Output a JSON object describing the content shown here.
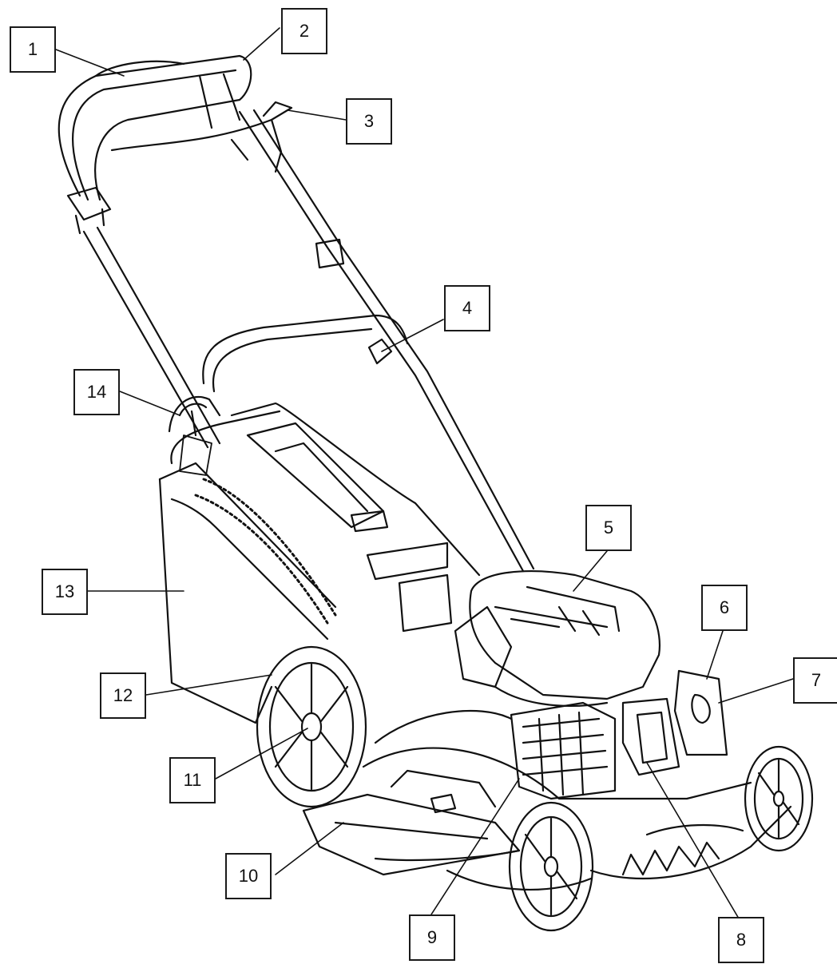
{
  "diagram": {
    "subject": "lawn mower exploded component callouts",
    "line_color": "#111111",
    "callouts": [
      {
        "id": "c1",
        "label": "1"
      },
      {
        "id": "c2",
        "label": "2"
      },
      {
        "id": "c3",
        "label": "3"
      },
      {
        "id": "c4",
        "label": "4"
      },
      {
        "id": "c5",
        "label": "5"
      },
      {
        "id": "c6",
        "label": "6"
      },
      {
        "id": "c7",
        "label": "7"
      },
      {
        "id": "c8",
        "label": "8"
      },
      {
        "id": "c9",
        "label": "9"
      },
      {
        "id": "c10",
        "label": "10"
      },
      {
        "id": "c11",
        "label": "11"
      },
      {
        "id": "c12",
        "label": "12"
      },
      {
        "id": "c13",
        "label": "13"
      },
      {
        "id": "c14",
        "label": "14"
      }
    ]
  }
}
